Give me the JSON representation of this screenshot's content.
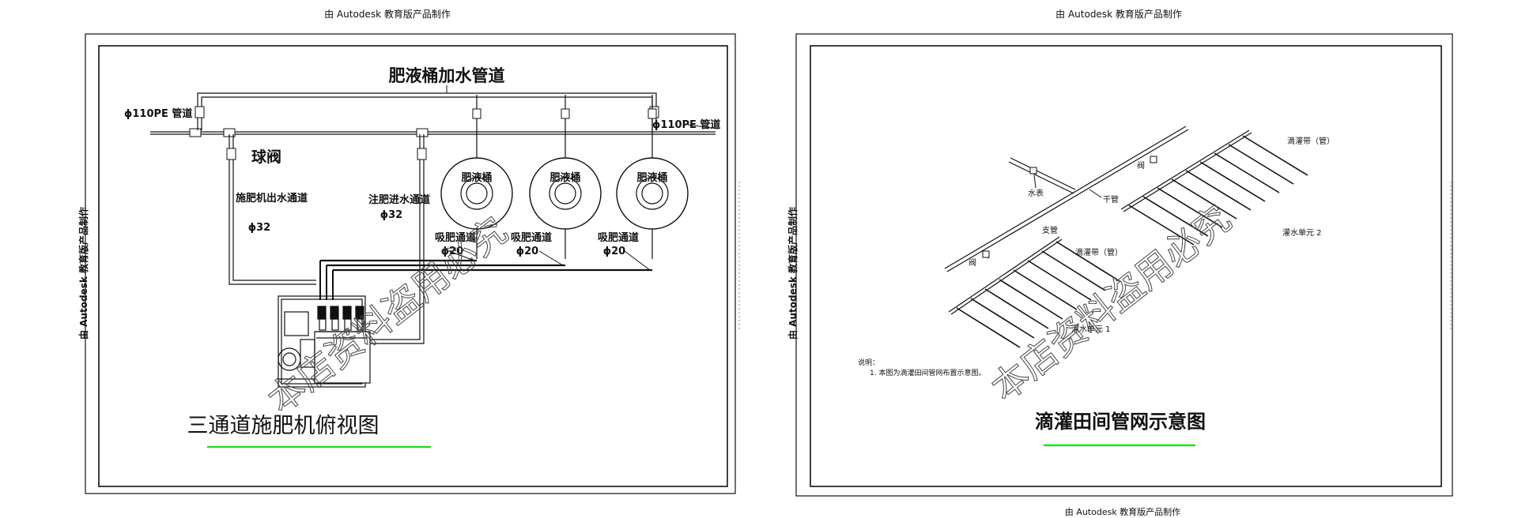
{
  "sheet_left": {
    "top_header": "由 Autodesk 教育版产品制作",
    "side_stamp_left": "由 Autodesk 教育版产品制作",
    "pipe_title": "肥液桶加水管道",
    "pe_pipe_left": "ϕ110PE 管道",
    "pe_pipe_right": "ϕ110PE 管道",
    "ball_valve": "球阀",
    "outlet_channel": "施肥机出水通道",
    "outlet_dia": "ϕ32",
    "inlet_channel": "注肥进水通道",
    "inlet_dia": "ϕ32",
    "tanks": [
      "肥液桶",
      "肥液桶",
      "肥液桶"
    ],
    "suction": [
      {
        "label": "吸肥通道",
        "dia": "ϕ20"
      },
      {
        "label": "吸肥通道",
        "dia": "ϕ20"
      },
      {
        "label": "吸肥通道",
        "dia": "ϕ20"
      }
    ],
    "title": "三通道施肥机俯视图",
    "watermark": "本店资料盗用必究"
  },
  "sheet_right": {
    "top_header": "由 Autodesk 教育版产品制作",
    "side_stamp_left": "由 Autodesk 教育版产品制作",
    "bottom_footer": "由 Autodesk 教育版产品制作",
    "labels": {
      "water_meter": "水表",
      "valve_1": "阀",
      "valve_2": "阀",
      "main_pipe": "干管",
      "branch_pipe": "支管",
      "drip_tape_1": "滴灌带（管）",
      "drip_tape_2": "滴灌带（管）",
      "unit_1": "灌水单元 1",
      "unit_2": "灌水单元 2"
    },
    "note_title": "说明：",
    "note_1": "1. 本图为滴灌田间管网布置示意图。",
    "title": "滴灌田间管网示意图",
    "watermark": "本店资料盗用必究"
  },
  "colors": {
    "underline": "#22dd22",
    "line": "#111111"
  }
}
